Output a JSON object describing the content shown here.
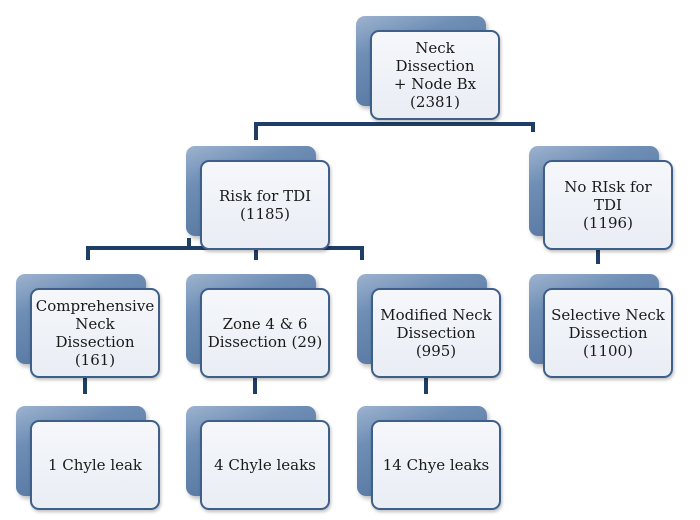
{
  "diagram": {
    "nodes": {
      "root": "Neck Dissection\n+ Node Bx\n(2381)",
      "risk": "Risk for TDI\n(1185)",
      "norisk": "No RIsk for TDI\n(1196)",
      "comprehensive": "Comprehensive\nNeck Dissection\n(161)",
      "zone46": "Zone 4 & 6\nDissection (29)",
      "modified": "Modified Neck\nDissection (995)",
      "selective": "Selective Neck\nDissection\n(1100)",
      "leak1": "1 Chyle leak",
      "leak4": "4 Chyle leaks",
      "leak14": "14 Chye leaks"
    },
    "colors": {
      "connector": "#1f3e66",
      "card_border": "#3e5f8a",
      "shadow_dark": "#4a6d99",
      "shadow_light": "#9db3cf"
    }
  }
}
